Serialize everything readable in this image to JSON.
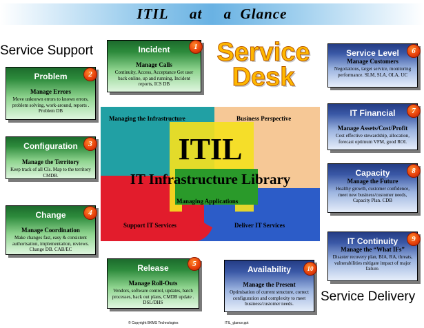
{
  "header": {
    "title": "ITIL     at     a  Glance"
  },
  "sections": {
    "support": "Service Support",
    "delivery": "Service Delivery",
    "desk_line1": "Service",
    "desk_line2": "Desk"
  },
  "center": {
    "big": "ITIL",
    "library": "IT Infrastructure Library",
    "managing_infrastructure": "Managing the Infrastructure",
    "business_perspective": "Business Perspective",
    "managing_applications": "Managing Applications",
    "support_it_services": "Support IT Services",
    "deliver_it_services": "Deliver IT Services"
  },
  "boxes": {
    "incident": {
      "num": "1",
      "title": "Incident",
      "sub": "Manage Calls",
      "desc": "Continuity, Access, Acceptance Get user back online, up and running, Incident reports,    ICS DB"
    },
    "problem": {
      "num": "2",
      "title": "Problem",
      "sub": "Manage Errors",
      "desc": "Move unknown errors to known errors, problem solving, work-around, reports . Problem DB"
    },
    "configuration": {
      "num": "3",
      "title": "Configuration",
      "sub": "Manage the Territory",
      "desc": "Keep track of all CIs. Map to the territory CMDB."
    },
    "change": {
      "num": "4",
      "title": "Change",
      "sub": "Manage Coordination",
      "desc": "Make changes fast, easy & consistent authorisation, implementation, reviews. Change DB.  CAB/EC"
    },
    "release": {
      "num": "5",
      "title": "Release",
      "sub": "Manage Roll-Outs",
      "desc": "Vendors, software control, updates, batch processes, back out plans, CMDB update . DSL/DHS"
    },
    "service_level": {
      "num": "6",
      "title": "Service Level",
      "sub": "Manage Customers",
      "desc": "Negotiations, target service, monitoring performance. SLM, SLA, OLA, UC"
    },
    "it_financial": {
      "num": "7",
      "title": "IT Financial",
      "sub": "Manage Assets/Cost/Profit",
      "desc": "Cost effective stewardship, allocation, forecast optimum VFM, good ROI."
    },
    "capacity": {
      "num": "8",
      "title": "Capacity",
      "sub": "Manage the Future",
      "desc": "Healthy growth, customer confidence, meet new business/customer needs, Capacity Plan.  CDB"
    },
    "it_continuity": {
      "num": "9",
      "title": "IT Continuity",
      "sub": "Manage the “What IFs”",
      "desc": "Disaster recovery plan, BIA, RA, threats, vulnerabilities mitigate impact of major failure."
    },
    "availability": {
      "num": "10",
      "title": "Availability",
      "sub": "Manage the Present",
      "desc": "Optimisation of current structure, correct configuration and complexity to meet business/customer needs."
    }
  },
  "footer": {
    "copyright": "© Copyright BKMS Technologies",
    "filename": "ITIL_glance.ppt"
  },
  "colors": {
    "teal": "#21a0a4",
    "yellow": "#f4e020",
    "red": "#e21c2c",
    "blue": "#2c5cc8",
    "green": "#2a9a2a",
    "tan": "#f6c896"
  }
}
